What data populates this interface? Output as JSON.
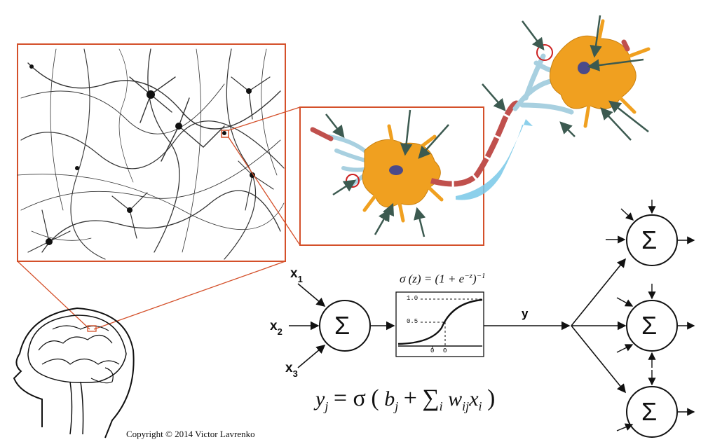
{
  "inputs": [
    "x",
    "x",
    "x"
  ],
  "input_subscripts": [
    "1",
    "2",
    "3"
  ],
  "sum_symbol": "Σ",
  "output_label": "y",
  "activation": {
    "formula": "σ (z) = (1 + e",
    "formula_exp": "−z",
    "formula_close": ")",
    "formula_power": "−1",
    "ticks_y": [
      "1.0",
      "0.5"
    ],
    "ticks_x": [
      "0",
      "Θ"
    ]
  },
  "equation": {
    "lhs": "y",
    "lhs_sub": "j",
    "eq": "= σ",
    "b": "b",
    "b_sub": "j",
    "plus": "+",
    "sum": "∑",
    "sum_sub": "i",
    "w": "w",
    "w_sub": "ij",
    "x": "x",
    "x_sub": "i"
  },
  "copyright": "Copyright © 2014 Victor Lavrenko",
  "colors": {
    "frame": "#d4502a",
    "neuron_body": "#f0a020",
    "nucleus": "#4a4a8a",
    "dendrite_blue": "#a8d0e0",
    "axon_red": "#c0504d",
    "arrow": "#3c5a50",
    "signal": "#78c8e8"
  }
}
